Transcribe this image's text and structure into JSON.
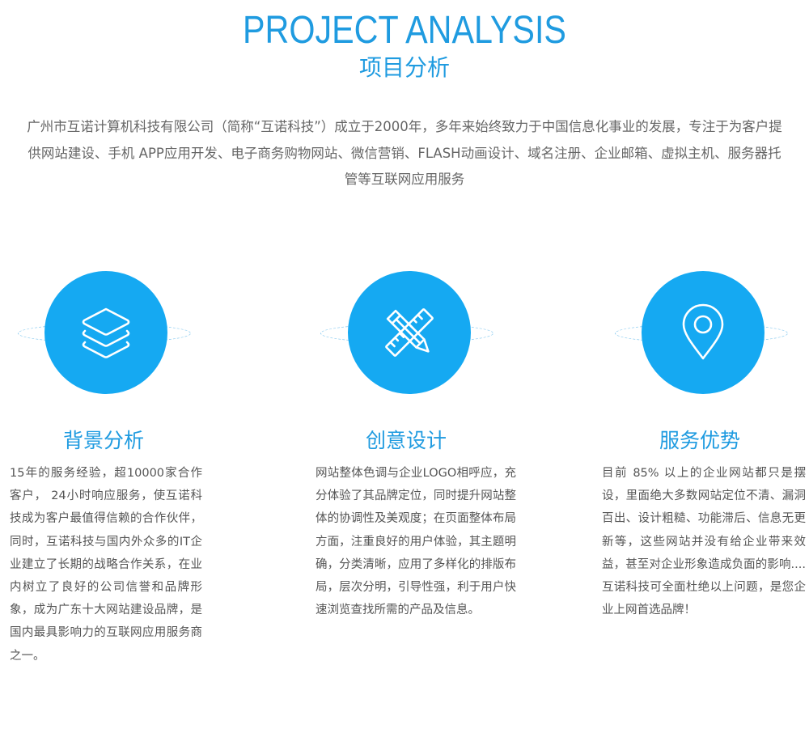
{
  "header": {
    "title_en": "PROJECT ANALYSIS",
    "title_cn": "项目分析",
    "intro": "广州市互诺计算机科技有限公司（简称“互诺科技”）成立于2000年，多年来始终致力于中国信息化事业的发展，专注于为客户提供网站建设、手机 APP应用开发、电子商务购物网站、微信营销、FLASH动画设计、域名注册、企业邮箱、虚拟主机、服务器托管等互联网应用服务"
  },
  "features": [
    {
      "icon": "layers-icon",
      "title": "背景分析",
      "description": "15年的服务经验，超10000家合作客户，  24小时响应服务，使互诺科技成为客户最值得信赖的合作伙伴，同时，互诺科技与国内外众多的IT企业建立了长期的战略合作关系，在业内树立了良好的公司信誉和品牌形象，成为广东十大网站建设品牌，是国内最具影响力的互联网应用服务商之一。"
    },
    {
      "icon": "pencil-ruler-icon",
      "title": "创意设计",
      "description": "网站整体色调与企业LOGO相呼应，充分体验了其品牌定位，同时提升网站整体的协调性及美观度；在页面整体布局方面，注重良好的用户体验，其主题明确，分类清晰，应用了多样化的排版布局，层次分明，引导性强，利于用户快速浏览查找所需的产品及信息。"
    },
    {
      "icon": "location-pin-icon",
      "title": "服务优势",
      "description": "目前 85% 以上的企业网站都只是摆设，里面绝大多数网站定位不清、漏洞百出、设计粗糙、功能滞后、信息无更新等，这些网站并没有给企业带来效益，甚至对企业形象造成负面的影响....互诺科技可全面杜绝以上问题，是您企业上网首选品牌！"
    }
  ],
  "colors": {
    "accent": "#1f9be0",
    "circle": "#15a9f2",
    "orbit": "#8cccf0",
    "text": "#555555"
  }
}
